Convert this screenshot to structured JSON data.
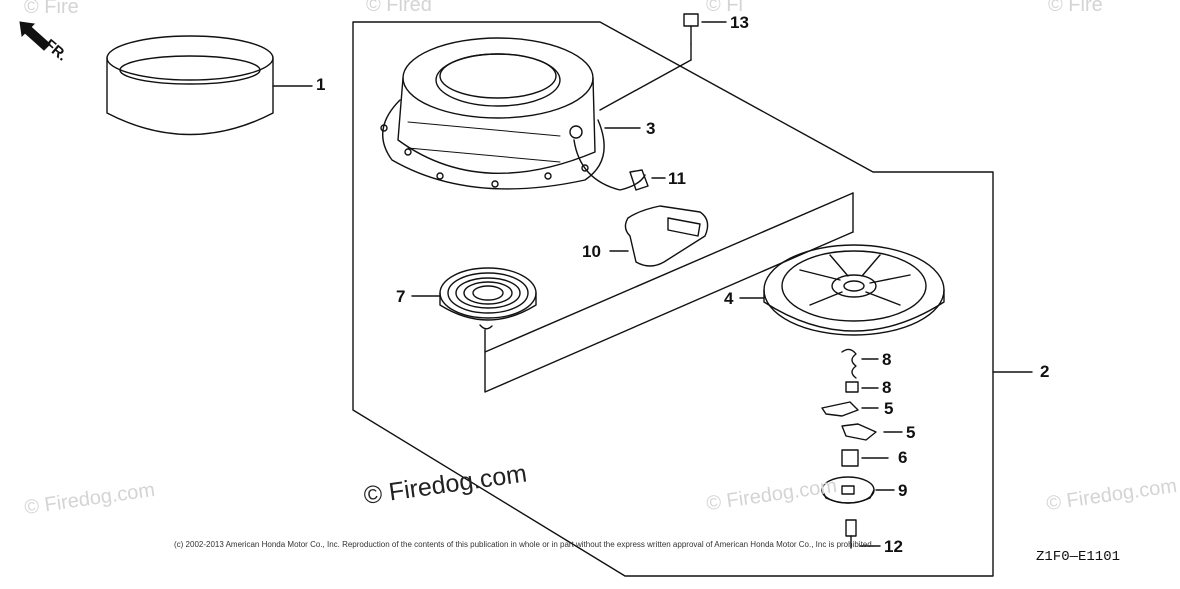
{
  "diagram": {
    "direction_label": "FR.",
    "part_callouts": [
      "1",
      "2",
      "3",
      "4",
      "5",
      "5",
      "6",
      "7",
      "8",
      "8",
      "9",
      "10",
      "11",
      "12",
      "13"
    ],
    "diagram_code": "Z1F0—E1101",
    "copyright": "(c) 2002-2013 American Honda Motor Co., Inc. Reproduction of the contents of this publication in whole or in part without the express written approval of American Honda Motor Co., Inc is prohibited.",
    "watermark_main": "© Firedog.com",
    "watermarks": [
      "© Firedog.com",
      "© Firedog.com",
      "© Firedog.com",
      "© Fire",
      "© Fired",
      "© Fi",
      "© Fire"
    ]
  },
  "colors": {
    "ink": "#111111",
    "watermark": "#d4d4d4",
    "background": "#ffffff"
  }
}
